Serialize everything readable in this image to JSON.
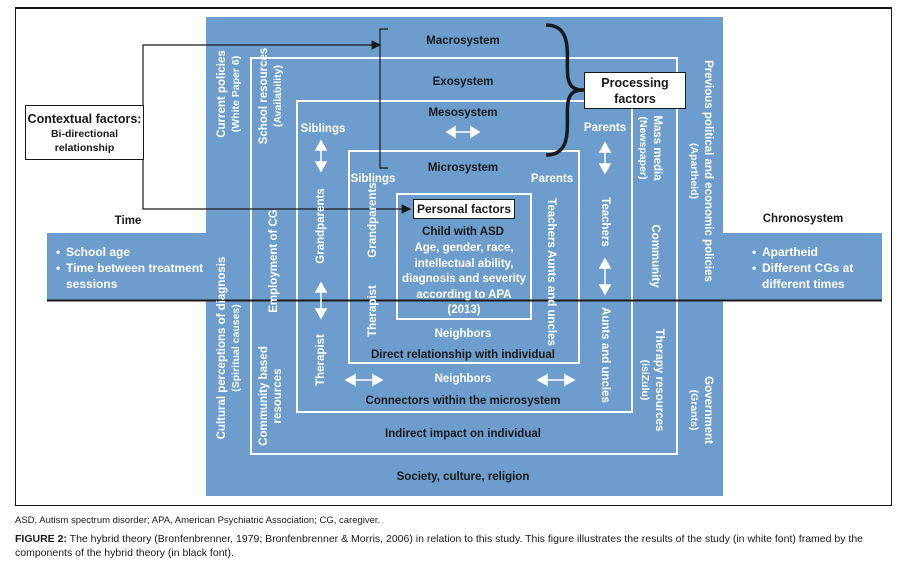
{
  "diagram": {
    "colors": {
      "fill": "#6d9dcc",
      "border": "#ffffff",
      "black_text": "#1a1a1a",
      "white_text": "#ffffff"
    },
    "systems": {
      "macro": "Macrosystem",
      "exo": "Exosystem",
      "meso": "Mesosystem",
      "micro": "Microsystem",
      "chrono": "Chronosystem",
      "time": "Time"
    },
    "boxes": {
      "contextual_title": "Contextual factors:",
      "contextual_sub1": "Bi-directional",
      "contextual_sub2": "relationship",
      "processing1": "Processing",
      "processing2": "factors",
      "personal": "Personal factors"
    },
    "child": {
      "title": "Child with ASD",
      "lines": [
        "Age, gender, race,",
        "intellectual ability,",
        "diagnosis and severity",
        "according to APA",
        "(2013)"
      ]
    },
    "macro_items": {
      "current_policies": "Current policies",
      "current_policies_sub": "(White Paper 6)",
      "cultural": "Cultural perceptions of diagnosis",
      "cultural_sub": "(Spiritual causes)",
      "previous": "Previous political and economic policies",
      "previous_sub": "(Apartheid)",
      "government": "Government",
      "government_sub": "(Grants)",
      "society": "Society, culture, religion"
    },
    "exo_items": {
      "school": "School resources",
      "school_sub": "(Availability)",
      "employment": "Employment of CG",
      "community_based1": "Community based",
      "community_based2": "resources",
      "mass_media": "Mass media",
      "mass_media_sub": "(Newspaper)",
      "community": "Community",
      "therapy": "Therapy resources",
      "therapy_sub": "(isiZulu)",
      "indirect": "Indirect impact on individual"
    },
    "meso_items": {
      "siblings": "Siblings",
      "grandparents": "Grandparents",
      "therapist": "Therapist",
      "parents": "Parents",
      "teachers": "Teachers",
      "aunts": "Aunts and uncles",
      "neighbors": "Neighbors",
      "connectors": "Connectors within the microsystem"
    },
    "micro_items": {
      "siblings": "Siblings",
      "grandparents": "Grandparents",
      "therapist": "Therapist",
      "parents": "Parents",
      "teachers": "Teachers",
      "aunts": "Aunts and uncles",
      "neighbors": "Neighbors",
      "direct": "Direct relationship with individual"
    },
    "time_items": [
      "School age",
      "Time between treatment",
      "sessions"
    ],
    "chrono_items": [
      "Apartheid",
      "Different CGs at",
      "different times"
    ]
  },
  "footnote": "ASD, Autism spectrum disorder; APA, American Psychiatric Association; CG, caregiver.",
  "caption": {
    "label": "FIGURE 2:",
    "text": " The hybrid theory (Bronfenbrenner, 1979; Bronfenbrenner & Morris, 2006) in relation to this study. This figure illustrates the results of the study (in white font) framed by the components of the hybrid theory (in black font)."
  }
}
